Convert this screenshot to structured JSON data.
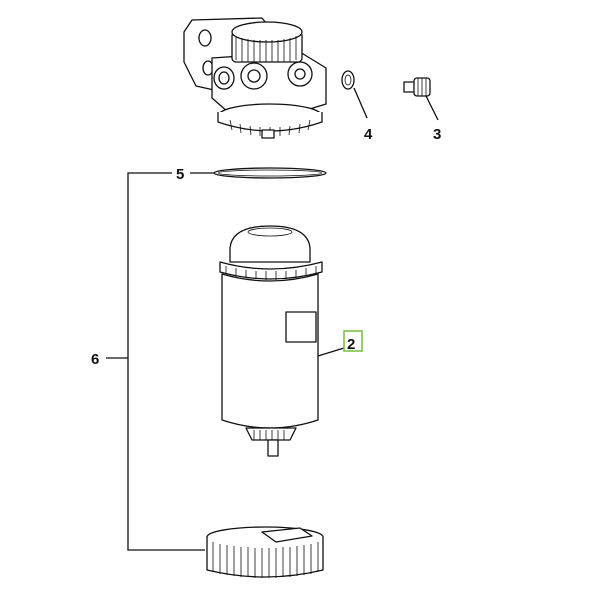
{
  "diagram": {
    "callouts": [
      {
        "id": "1",
        "label": "2"
      },
      {
        "id": "2",
        "label": "3"
      },
      {
        "id": "3",
        "label": "4"
      },
      {
        "id": "4",
        "label": "5"
      },
      {
        "id": "5",
        "label": "6"
      }
    ],
    "highlight_color": "#7dc242",
    "highlighted_callout": "2"
  }
}
